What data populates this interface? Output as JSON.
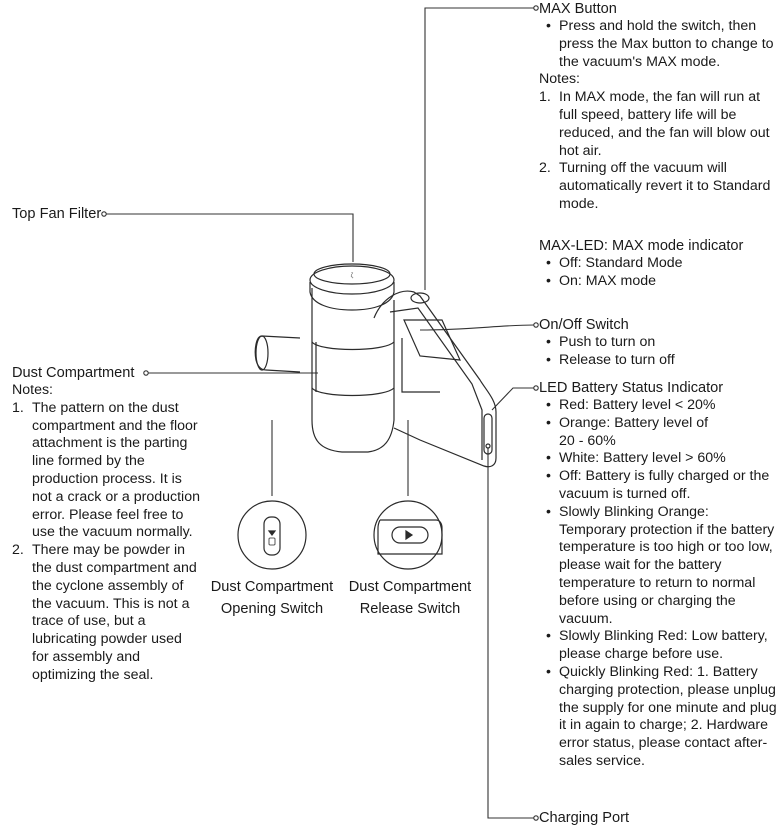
{
  "callouts": {
    "max_button": {
      "title": "MAX Button",
      "bullets": [
        "Press and hold the switch, then press the Max button to change to the vacuum's MAX mode."
      ],
      "notes_label": "Notes:",
      "notes": [
        {
          "num": "1.",
          "text": "In MAX mode, the fan will run at full speed, battery life will be reduced, and the fan will blow out hot air."
        },
        {
          "num": "2.",
          "text": "Turning off the vacuum will automatically revert it to Standard mode."
        }
      ]
    },
    "max_led": {
      "title": "MAX-LED: MAX mode indicator",
      "bullets": [
        "Off: Standard Mode",
        "On: MAX mode"
      ]
    },
    "on_off_switch": {
      "title": "On/Off Switch",
      "bullets": [
        "Push to turn on",
        "Release to turn off"
      ]
    },
    "led_battery": {
      "title": "LED Battery Status Indicator",
      "bullets": [
        "Red: Battery level < 20%",
        "Orange: Battery level of 20 - 60%",
        "White: Battery level > 60%",
        "Off: Battery is fully charged or the vacuum is turned off.",
        "Slowly Blinking Orange: Temporary protection if the battery temperature is too high or too low, please wait for the battery temperature to return to normal before using or charging the vacuum.",
        "Slowly Blinking Red: Low battery, please charge before use.",
        "Quickly Blinking Red: 1. Battery charging protection, please unplug the supply for one minute and plug it in again to charge; 2. Hardware error status, please contact after-sales service."
      ]
    },
    "charging_port": {
      "title": "Charging Port"
    },
    "top_fan_filter": {
      "title": "Top Fan Filter"
    },
    "dust_compartment": {
      "title": "Dust Compartment",
      "notes_label": "Notes:",
      "notes": [
        {
          "num": "1.",
          "text": "The pattern on the dust compartment and the floor attachment is the parting line formed by the production process. It is not a crack or a production error. Please feel free to use the vacuum normally."
        },
        {
          "num": "2.",
          "text": "There may be powder in the dust compartment and the cyclone assembly of the vacuum. This is not a trace of use, but a lubricating powder used for assembly and optimizing the seal."
        }
      ]
    },
    "opening_switch": {
      "line1": "Dust Compartment",
      "line2": "Opening Switch"
    },
    "release_switch": {
      "line1": "Dust Compartment",
      "line2": "Release Switch"
    }
  }
}
